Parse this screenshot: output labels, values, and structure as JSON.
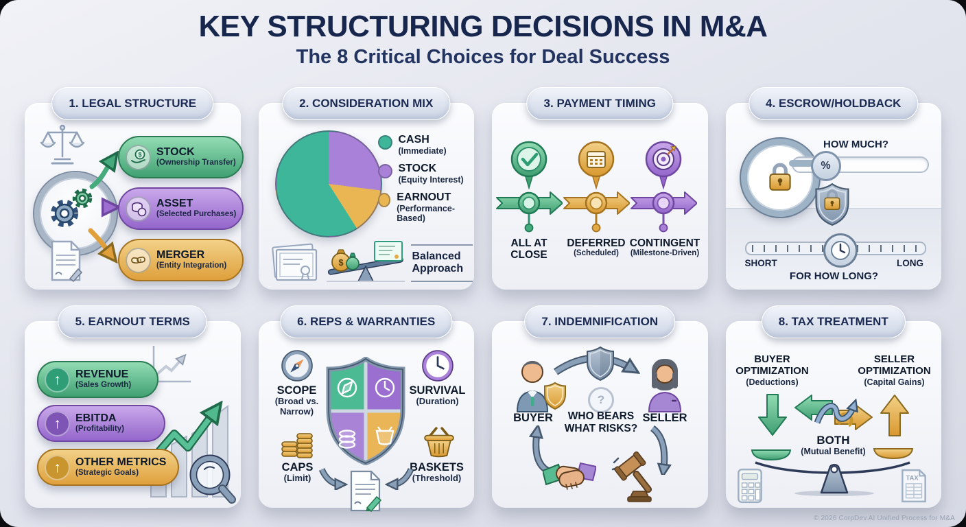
{
  "page": {
    "title": "KEY STRUCTURING DECISIONS IN M&A",
    "subtitle": "The 8 Critical Choices for Deal Success",
    "footer": "© 2026 CorpDev.AI Unified Process for M&A"
  },
  "colors": {
    "navy": "#1b2a52",
    "teal": "#3eb69a",
    "purple": "#a981d8",
    "gold": "#eab654",
    "steel": "#7e95ad"
  },
  "panels": {
    "legal_structure": {
      "title": "1. LEGAL STRUCTURE",
      "options": [
        {
          "title": "STOCK",
          "subtitle": "(Ownership Transfer)"
        },
        {
          "title": "ASSET",
          "subtitle": "(Selected Purchases)"
        },
        {
          "title": "MERGER",
          "subtitle": "(Entity Integration)"
        }
      ]
    },
    "consideration_mix": {
      "title": "2. CONSIDERATION MIX",
      "legend": [
        {
          "label": "CASH",
          "sublabel": "(Immediate)",
          "color": "#3eb69a"
        },
        {
          "label": "STOCK",
          "sublabel": "(Equity Interest)",
          "color": "#a981d8"
        },
        {
          "label": "EARNOUT",
          "sublabel": "(Performance-Based)",
          "color": "#eab654"
        }
      ],
      "note": "Balanced Approach"
    },
    "payment_timing": {
      "title": "3. PAYMENT TIMING",
      "stages": [
        {
          "label": "ALL AT CLOSE",
          "sublabel": ""
        },
        {
          "label": "DEFERRED",
          "sublabel": "(Scheduled)"
        },
        {
          "label": "CONTINGENT",
          "sublabel": "(Milestone-Driven)"
        }
      ]
    },
    "escrow_holdback": {
      "title": "4. ESCROW/HOLDBACK",
      "question_amount": "HOW MUCH?",
      "percent_symbol": "%",
      "question_duration": "FOR HOW LONG?",
      "scale_min": "SHORT",
      "scale_max": "LONG"
    },
    "earnout_terms": {
      "title": "5. EARNOUT TERMS",
      "metrics": [
        {
          "title": "REVENUE",
          "subtitle": "(Sales Growth)"
        },
        {
          "title": "EBITDA",
          "subtitle": "(Profitability)"
        },
        {
          "title": "OTHER METRICS",
          "subtitle": "(Strategic Goals)"
        }
      ]
    },
    "reps_warranties": {
      "title": "6. REPS & WARRANTIES",
      "items": [
        {
          "title": "SCOPE",
          "subtitle": "(Broad vs. Narrow)"
        },
        {
          "title": "SURVIVAL",
          "subtitle": "(Duration)"
        },
        {
          "title": "CAPS",
          "subtitle": "(Limit)"
        },
        {
          "title": "BASKETS",
          "subtitle": "(Threshold)"
        }
      ]
    },
    "indemnification": {
      "title": "7. INDEMNIFICATION",
      "buyer_label": "BUYER",
      "seller_label": "SELLER",
      "question": "WHO BEARS WHAT RISKS?",
      "question_mark": "?"
    },
    "tax_treatment": {
      "title": "8. TAX TREATMENT",
      "buyer": {
        "title": "BUYER OPTIMIZATION",
        "subtitle": "(Deductions)"
      },
      "seller": {
        "title": "SELLER OPTIMIZATION",
        "subtitle": "(Capital Gains)"
      },
      "both": {
        "title": "BOTH",
        "subtitle": "(Mutual Benefit)"
      },
      "tax_doc_label": "TAX"
    }
  },
  "chart_data": {
    "type": "pie",
    "title": "Consideration Mix",
    "labels": [
      "STOCK",
      "EARNOUT",
      "CASH"
    ],
    "values": [
      27,
      14,
      59
    ],
    "colors": [
      "#a981d8",
      "#eab654",
      "#3eb69a"
    ],
    "start_angle_deg": 0,
    "direction": "clockwise",
    "legend_position": "right",
    "legend_order": [
      "CASH",
      "STOCK",
      "EARNOUT"
    ]
  }
}
